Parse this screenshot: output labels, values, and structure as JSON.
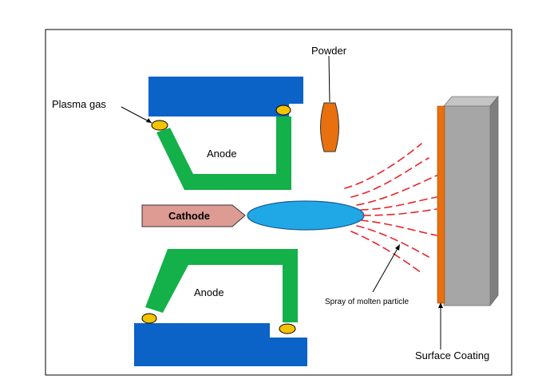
{
  "labels": {
    "powder": "Powder",
    "plasma_gas": "Plasma gas",
    "anode_top": "Anode",
    "anode_bottom": "Anode",
    "cathode": "Cathode",
    "spray": "Spray of molten particle",
    "surface_coating": "Surface Coating"
  },
  "colors": {
    "electrode_block": "#0b62c7",
    "anode": "#14b04a",
    "gas_inlet": "#f3c200",
    "powder": "#e8700e",
    "cathode": "#dd9b94",
    "plasma_jet": "#20a8e6",
    "spray": "#e8242a",
    "coating": "#e8700e",
    "substrate_front": "#a6a6a6",
    "substrate_side": "#7f7f7f",
    "substrate_top": "#c4c4c4"
  }
}
